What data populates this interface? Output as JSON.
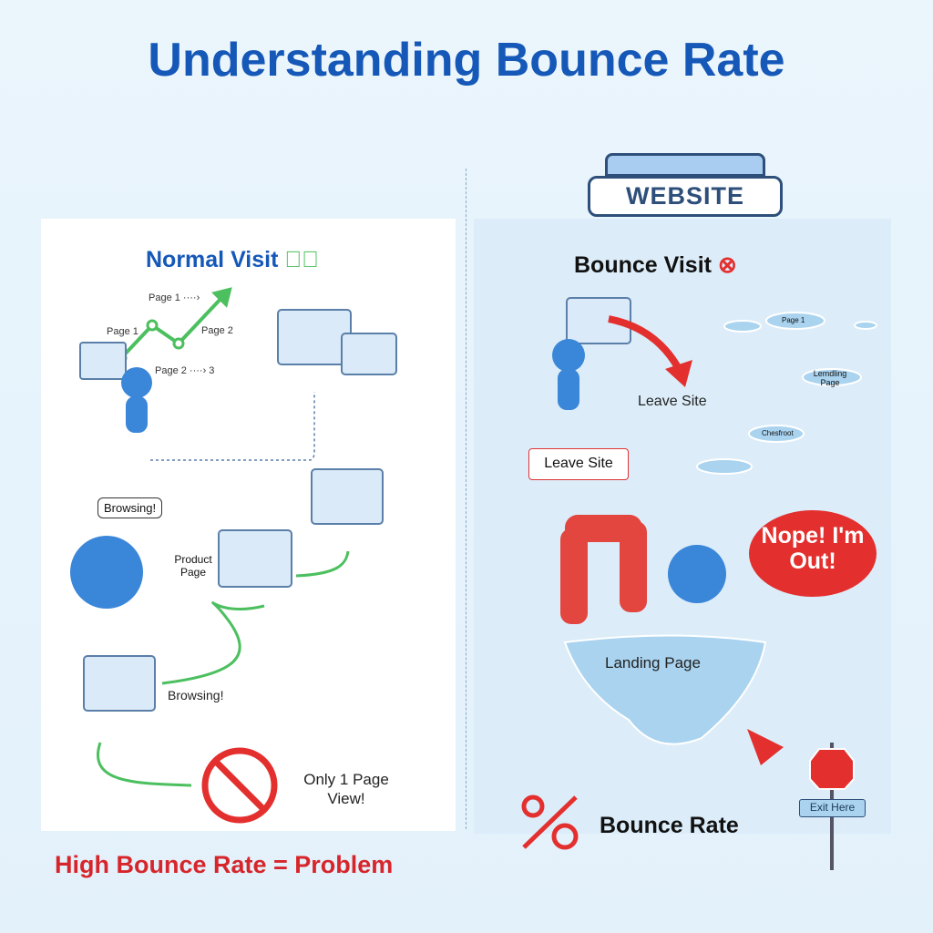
{
  "title": "Understanding Bounce Rate",
  "left": {
    "heading": "Normal Visit",
    "labels": {
      "page1_top": "Page 1 ····›",
      "page1": "Page 1",
      "page2": "Page 2",
      "page2_3": "Page 2 ····› 3",
      "browsing_bubble": "Browsing!",
      "product_page": "Product Page",
      "browsing": "Browsing!",
      "only_one": "Only 1 Page View!"
    },
    "footer": "High Bounce Rate = Problem"
  },
  "right": {
    "badge": "WEBSITE",
    "heading": "Bounce Visit",
    "leave_site": "Leave Site",
    "leave_site_box": "Leave Site",
    "islands": {
      "page1": "Page 1",
      "landing": "Lemdling Page",
      "chesfroot": "Chesfroot"
    },
    "nope": "Nope! I'm Out!",
    "landing_page": "Landing Page",
    "bounce_rate": "Bounce Rate",
    "exit": "Exit Here"
  },
  "colors": {
    "title": "#1558b8",
    "green": "#4cbf5f",
    "red": "#e3302f",
    "character": "#3a86d8"
  }
}
